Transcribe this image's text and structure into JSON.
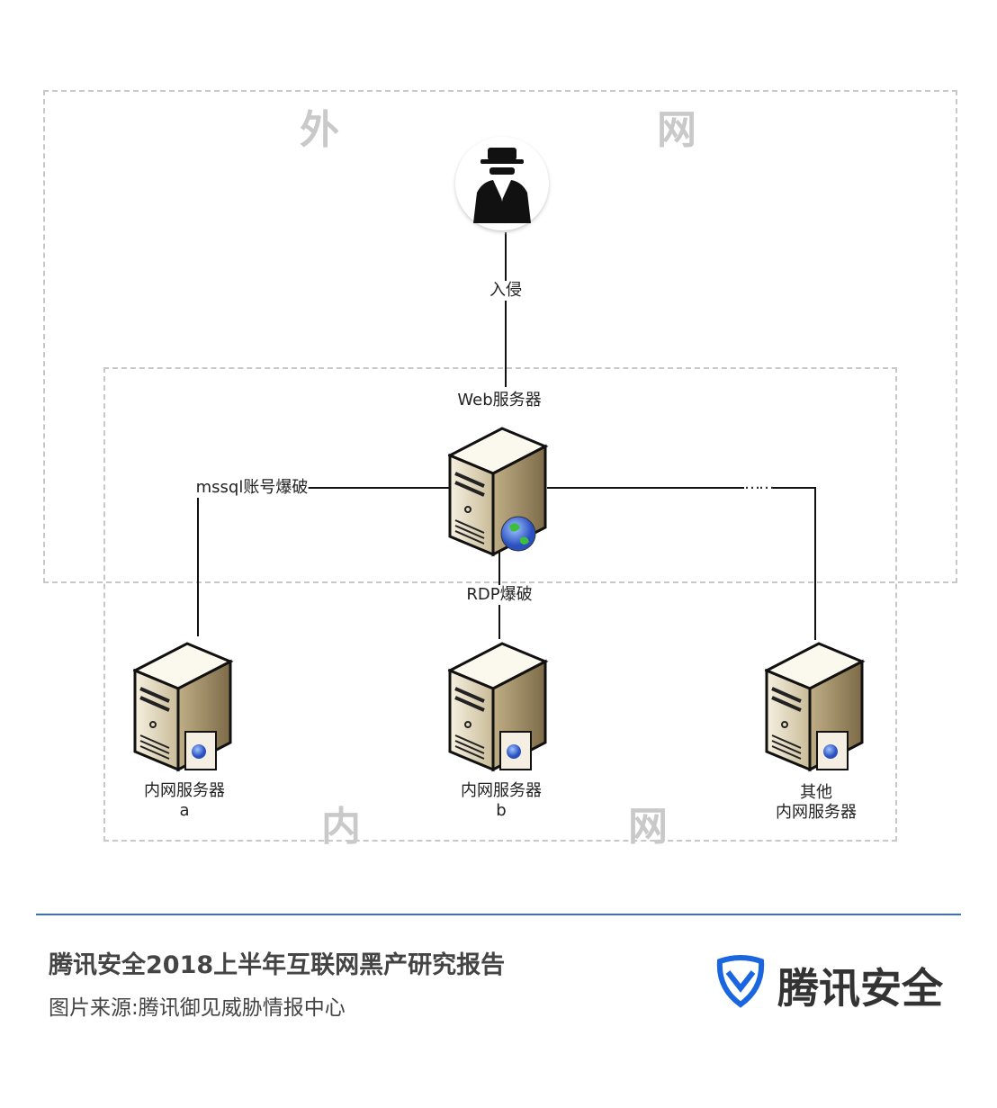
{
  "zones": {
    "outer": [
      "外",
      "网"
    ],
    "inner": [
      "内",
      "网"
    ]
  },
  "edges": {
    "intrusion": "入侵",
    "mssql": "mssql账号爆破",
    "rdp": "RDP爆破",
    "more": "……"
  },
  "nodes": {
    "web": "Web服务器",
    "a": {
      "line1": "内网服务器",
      "line2": "a"
    },
    "b": {
      "line1": "内网服务器",
      "line2": "b"
    },
    "other": {
      "line1": "其他",
      "line2": "内网服务器"
    }
  },
  "footer": {
    "title": "腾讯安全2018上半年互联网黑产研究报告",
    "source": "图片来源:腾讯御见威胁情报中心",
    "logo_text": "腾讯安全",
    "accent": "#3b6fcc"
  }
}
